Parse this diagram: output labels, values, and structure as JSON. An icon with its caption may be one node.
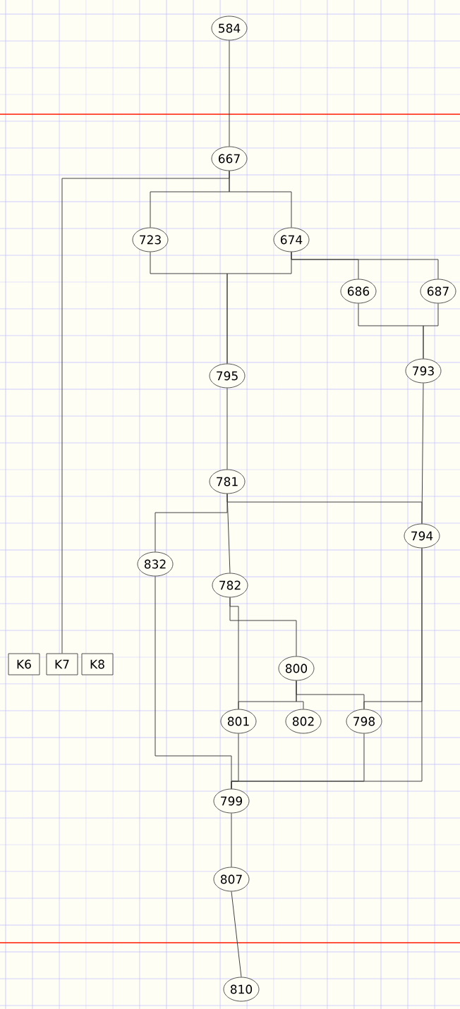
{
  "diagram": {
    "nodes": [
      {
        "text": [
          "584"
        ]
      },
      {
        "text": [
          "667"
        ]
      },
      {
        "text": [
          "723"
        ]
      },
      {
        "text": [
          "674"
        ]
      },
      {
        "text": [
          "686"
        ]
      },
      {
        "text": [
          "687"
        ]
      },
      {
        "text": [
          "795"
        ]
      },
      {
        "text": [
          "793"
        ]
      },
      {
        "text": [
          "781"
        ]
      },
      {
        "text": [
          "832"
        ]
      },
      {
        "text": [
          "794"
        ]
      },
      {
        "text": [
          "782"
        ]
      },
      {
        "text": [
          "800"
        ]
      },
      {
        "text": [
          "K6"
        ]
      },
      {
        "text": [
          "K7"
        ]
      },
      {
        "text": [
          "K8"
        ]
      },
      {
        "text": [
          "801"
        ]
      },
      {
        "text": [
          "802"
        ]
      },
      {
        "text": [
          "798"
        ]
      },
      {
        "text": [
          "799"
        ]
      },
      {
        "text": [
          "807"
        ]
      },
      {
        "text": [
          "810"
        ]
      }
    ],
    "edges": [
      {
        "from": 0,
        "to": 1,
        "arrow": "none"
      },
      {
        "from": 1,
        "to": 14,
        "arrow": "none"
      },
      {
        "from": 1,
        "to": 2,
        "arrow": "none"
      },
      {
        "from": 1,
        "to": 3,
        "arrow": "none"
      },
      {
        "from": 2,
        "to": 6,
        "arrow": "none"
      },
      {
        "from": 3,
        "to": 6,
        "arrow": "none"
      },
      {
        "from": 3,
        "to": 4,
        "arrow": "none"
      },
      {
        "from": 3,
        "to": 5,
        "arrow": "none"
      },
      {
        "from": 4,
        "to": 7,
        "arrow": "none"
      },
      {
        "from": 5,
        "to": 7,
        "arrow": "none"
      },
      {
        "from": 6,
        "to": 8,
        "arrow": "none"
      },
      {
        "from": 7,
        "to": 10,
        "arrow": "none"
      },
      {
        "from": 8,
        "to": 10,
        "arrow": "none"
      },
      {
        "from": 8,
        "to": 9,
        "arrow": "none"
      },
      {
        "from": 8,
        "to": 11,
        "arrow": "none"
      },
      {
        "from": 11,
        "to": 16,
        "arrow": "none"
      },
      {
        "from": 11,
        "to": 12,
        "arrow": "none"
      },
      {
        "from": 12,
        "to": 16,
        "arrow": "none"
      },
      {
        "from": 12,
        "to": 17,
        "arrow": "none"
      },
      {
        "from": 12,
        "to": 18,
        "arrow": "none"
      },
      {
        "from": 10,
        "to": 18,
        "arrow": "none"
      },
      {
        "from": 9,
        "to": 19,
        "arrow": "none"
      },
      {
        "from": 16,
        "to": 19,
        "arrow": "none"
      },
      {
        "from": 18,
        "to": 19,
        "arrow": "none"
      },
      {
        "from": 10,
        "to": 19,
        "arrow": "none"
      },
      {
        "from": 19,
        "to": 20,
        "arrow": "none"
      },
      {
        "from": 20,
        "to": 21,
        "arrow": "none"
      }
    ]
  }
}
